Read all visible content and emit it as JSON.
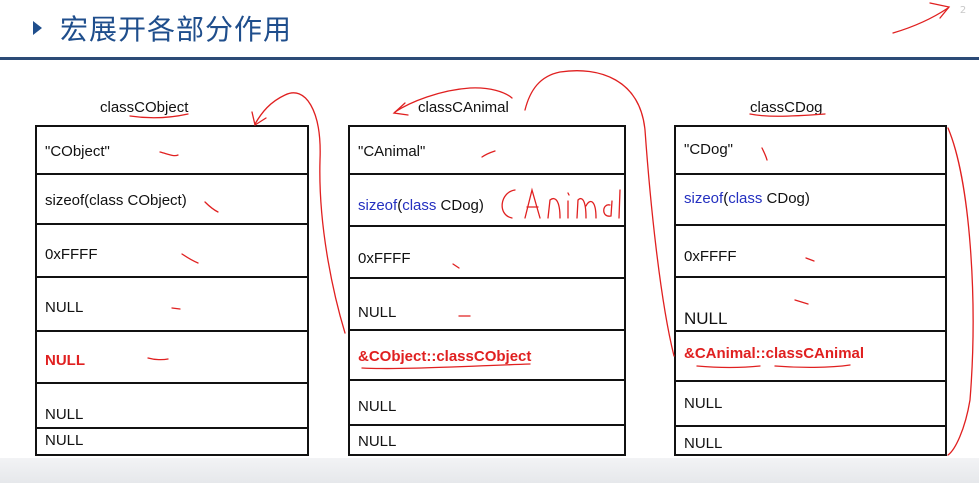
{
  "title": "宏展开各部分作用",
  "page_number": "2",
  "tables": [
    {
      "label": "classCObject",
      "rows": [
        {
          "text": "\"CObject\""
        },
        {
          "text": "sizeof(class CObject)"
        },
        {
          "text": "0xFFFF"
        },
        {
          "text": "NULL"
        },
        {
          "text": "NULL",
          "highlight": true
        },
        {
          "text": "NULL"
        },
        {
          "text": "NULL"
        }
      ]
    },
    {
      "label": "classCAnimal",
      "rows": [
        {
          "text": "\"CAnimal\""
        },
        {
          "parts": [
            "sizeof",
            "(",
            "class",
            " CDog)"
          ]
        },
        {
          "text": "0xFFFF"
        },
        {
          "text": "NULL"
        },
        {
          "text": "&CObject::classCObject",
          "highlight": true
        },
        {
          "text": "NULL"
        },
        {
          "text": "NULL"
        }
      ]
    },
    {
      "label": "classCDog",
      "rows": [
        {
          "text": "\"CDog\""
        },
        {
          "parts": [
            "sizeof",
            "(",
            "class",
            " CDog)"
          ]
        },
        {
          "text": "0xFFFF"
        },
        {
          "text": "NULL"
        },
        {
          "text": "&CAnimal::classCAnimal",
          "highlight": true
        },
        {
          "text": "NULL"
        },
        {
          "text": "NULL"
        }
      ]
    }
  ],
  "handwritten_note": "CAnimal",
  "colors": {
    "title": "#1f4e8c",
    "highlight": "#e02020",
    "keyword": "#2430c0",
    "annotation": "#e02020"
  }
}
